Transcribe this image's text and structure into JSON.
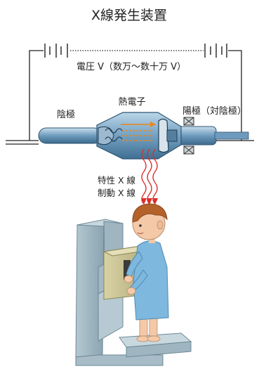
{
  "title": "X線発生装置",
  "labels": {
    "voltage": "電圧 V（数万〜数十万 V）",
    "thermal_electrons": "熱電子",
    "cathode": "陰極",
    "anode": "陽極（対陰極）",
    "characteristic_xray": "特性 X 線",
    "bremsstrahlung_xray": "制動 X 線"
  },
  "colors": {
    "tube_blue": "#5b8fb3",
    "xray_red": "#d9302c",
    "electron_orange": "#e8861e",
    "stand_gray": "#8fa9b5",
    "gown_blue": "#7fb8de",
    "hair_brown": "#b4622a"
  }
}
